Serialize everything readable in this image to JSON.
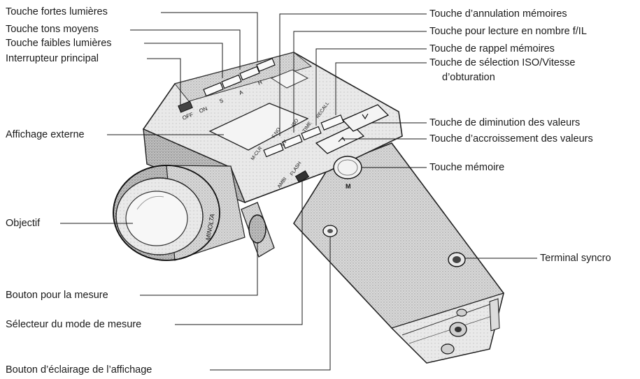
{
  "labels_left": {
    "high_key": "Touche fortes lumières",
    "mid_key": "Touche tons moyens",
    "low_key": "Touche faibles lumières",
    "main_switch": "Interrupteur principal",
    "ext_display": "Affichage externe",
    "lens": "Objectif",
    "measure_button": "Bouton pour la mesure",
    "mode_selector": "Sélecteur du mode de mesure",
    "illum_button": "Bouton d’éclairage de l’affichage"
  },
  "labels_right": {
    "mem_clear": "Touche d’annulation mémoires",
    "fnumber_key": "Touche pour lecture en nombre f/IL",
    "mem_recall": "Touche de rappel mémoires",
    "iso_key_line1": "Touche de sélection ISO/Vitesse",
    "iso_key_line2": "d’obturation",
    "down_key": "Touche de diminution des valeurs",
    "up_key": "Touche d’accroissement des valeurs",
    "memory_key": "Touche mémoire",
    "sync_terminal": "Terminal syncro"
  },
  "device_markings": {
    "off": "OFF",
    "on": "ON",
    "s": "S",
    "a": "A",
    "h": "H",
    "m_clr": "M-CLR",
    "fno": "F.NO",
    "ev": "EV",
    "iso": "ISO",
    "time": "TIME",
    "recall": "RECALL",
    "ambi": "AMBI",
    "flash": "FLASH",
    "m": "M",
    "brand": "MINOLTA"
  }
}
